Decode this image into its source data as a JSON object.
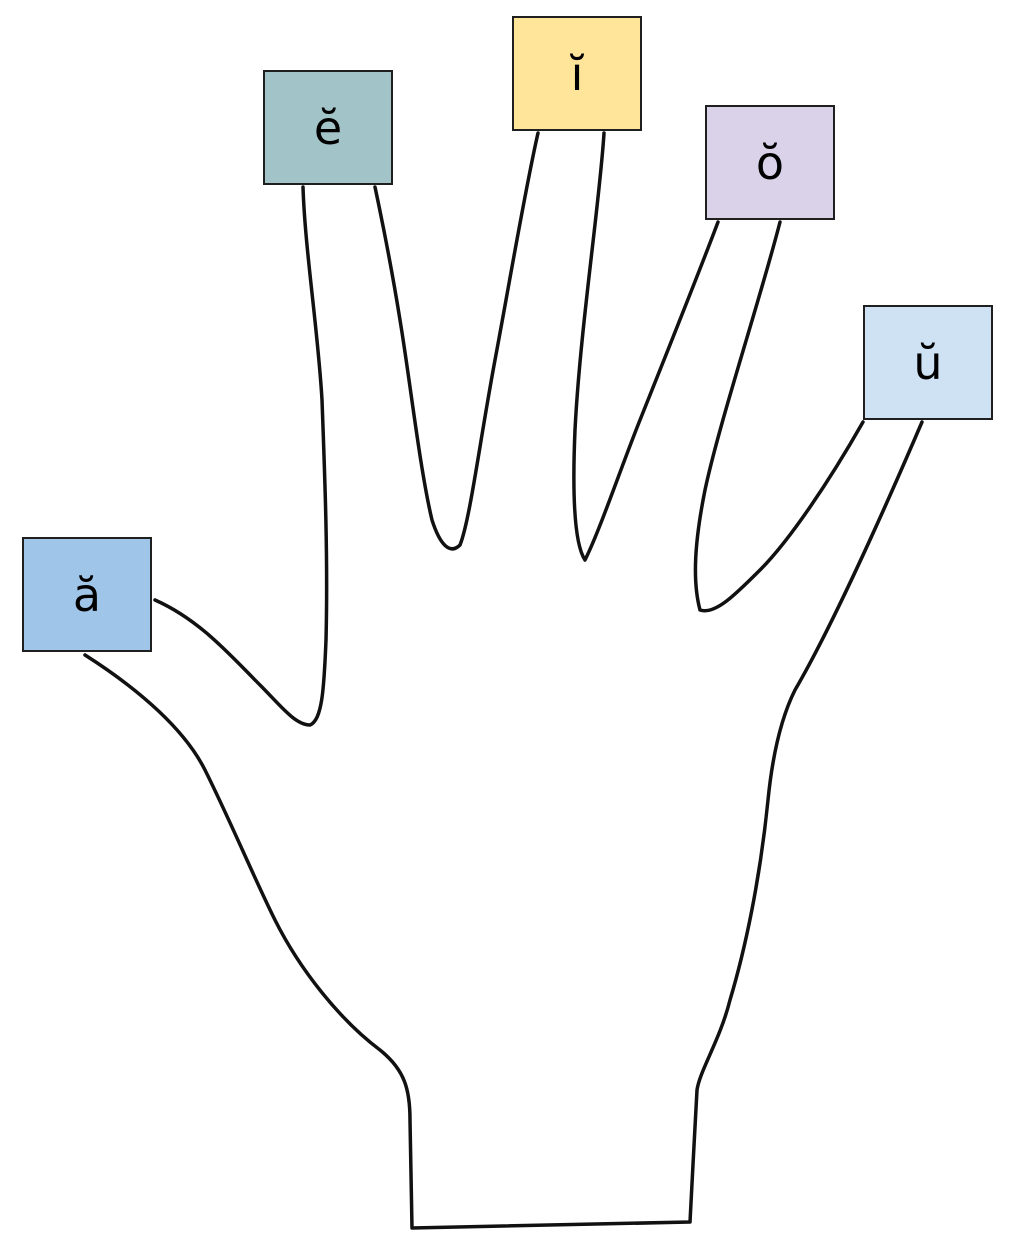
{
  "letters": [
    {
      "text": "ă",
      "color": "#9fc5e8",
      "finger": "thumb"
    },
    {
      "text": "ĕ",
      "color": "#a2c4c9",
      "finger": "index"
    },
    {
      "text": "ĭ",
      "color": "#ffe599",
      "finger": "middle"
    },
    {
      "text": "ŏ",
      "color": "#d9d2e9",
      "finger": "ring"
    },
    {
      "text": "ŭ",
      "color": "#cfe2f3",
      "finger": "pinky"
    }
  ]
}
